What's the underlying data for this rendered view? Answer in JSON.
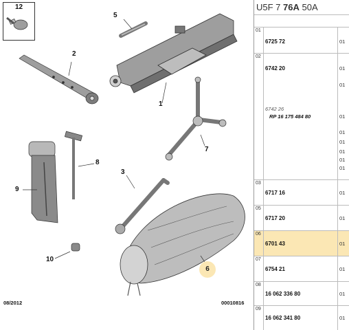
{
  "header": {
    "prefix": "U5F 7 ",
    "code": "76A",
    "suffix": " 50A"
  },
  "callouts": [
    "12",
    "5",
    "2",
    "1",
    "7",
    "8",
    "9",
    "3",
    "10",
    "6"
  ],
  "footer": {
    "date": "08/2012",
    "ref": "00010816"
  },
  "colors": {
    "highlight": "#fbe7b4",
    "border": "#bbbbbb"
  },
  "parts": [
    {
      "index": "01",
      "refs": [
        "6725 72"
      ],
      "qty": [
        "01"
      ]
    },
    {
      "index": "02",
      "refs": [
        "6742 20"
      ],
      "alt_ref": "6742 26",
      "rp": "RP 16 175 484 80",
      "qty": [
        "01",
        "01",
        "01",
        "01",
        "01",
        "01",
        "01",
        "01"
      ]
    },
    {
      "index": "03",
      "refs": [
        "6717 16"
      ],
      "qty": [
        "01"
      ]
    },
    {
      "index": "05",
      "refs": [
        "6717 20"
      ],
      "qty": [
        "01"
      ]
    },
    {
      "index": "06",
      "refs": [
        "6701 43"
      ],
      "qty": [
        "01"
      ],
      "selected": true
    },
    {
      "index": "07",
      "refs": [
        "6754 21"
      ],
      "qty": [
        "01"
      ]
    },
    {
      "index": "08",
      "refs": [
        "16 062 336 80"
      ],
      "qty": [
        "01"
      ]
    },
    {
      "index": "09",
      "refs": [
        "16 062 341 80"
      ],
      "qty": [
        "01"
      ]
    }
  ]
}
